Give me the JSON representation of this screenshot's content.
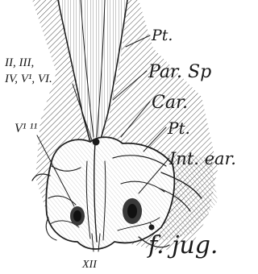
{
  "figure": {
    "labels": {
      "pt_top": "Pt.",
      "par_sp": "Par. Sp",
      "car": "Car.",
      "pt_mid": "Pt.",
      "int_ear": "Int. ear.",
      "f_jug": "f. jug.",
      "xii": "XII",
      "nerves_line1": "II, III,",
      "nerves_line2": "IV, V¹, VI.",
      "v_i_ii": "V¹ ¹¹"
    }
  }
}
